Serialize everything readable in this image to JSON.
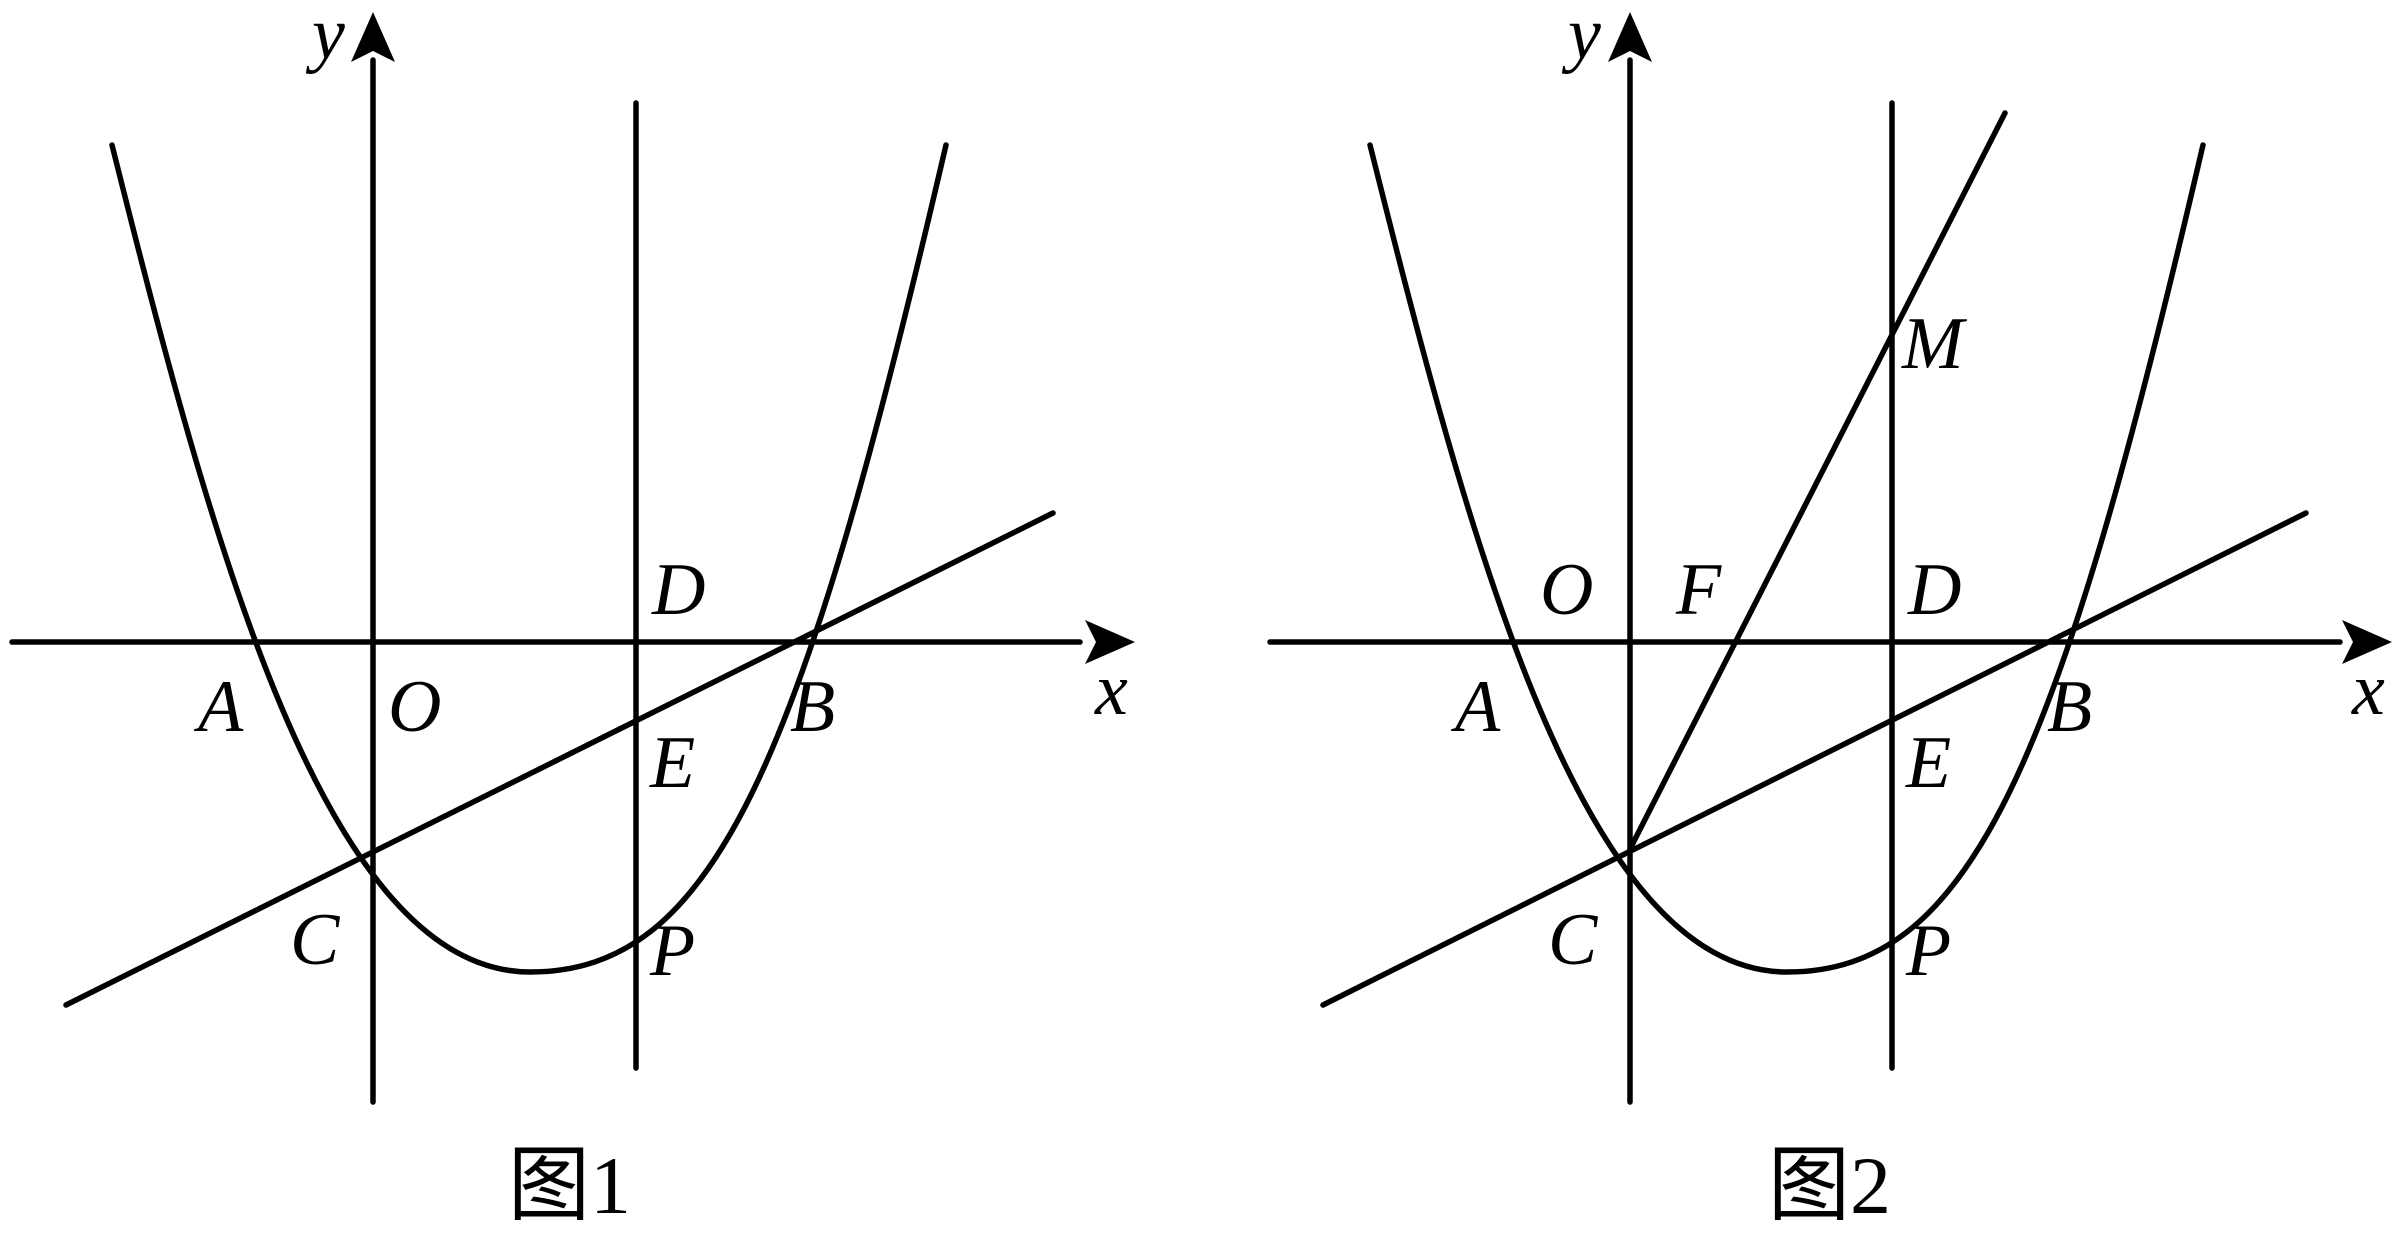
{
  "figures": [
    {
      "caption": "图1",
      "axis_x_label": "x",
      "axis_y_label": "y",
      "points": {
        "A": "A",
        "O": "O",
        "B": "B",
        "C": "C",
        "D": "D",
        "E": "E",
        "P": "P"
      }
    },
    {
      "caption": "图2",
      "axis_x_label": "x",
      "axis_y_label": "y",
      "points": {
        "A": "A",
        "O": "O",
        "F": "F",
        "B": "B",
        "C": "C",
        "D": "D",
        "E": "E",
        "P": "P",
        "M": "M"
      }
    }
  ]
}
